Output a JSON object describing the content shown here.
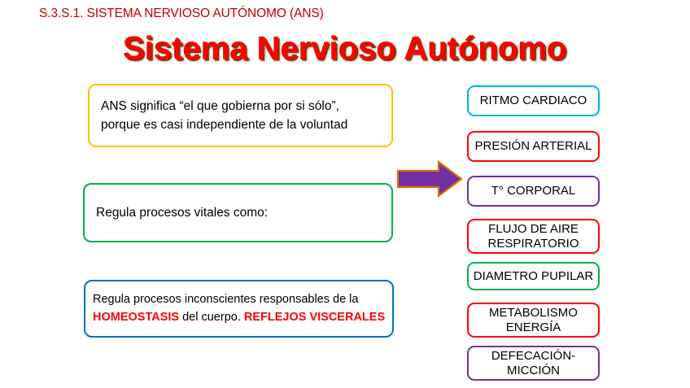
{
  "header": {
    "breadcrumb": "S.3.S.1. SISTEMA NERVIOSO AUTÓNOMO (ANS)",
    "breadcrumb_color": "#C00000"
  },
  "title": {
    "text": "Sistema Nervioso Autónomo",
    "color": "#FF0000"
  },
  "left_boxes": [
    {
      "name": "ans-definition",
      "border_color": "#FFC000",
      "line1": "ANS significa “el que gobierna por si sólo”,",
      "line2": "porque es casi independiente de la voluntad"
    },
    {
      "name": "regula-procesos-vitales",
      "border_color": "#00B050",
      "line1": "Regula procesos vitales como:"
    },
    {
      "name": "regula-procesos-inconscientes",
      "border_color": "#0070C0",
      "line1": "Regula procesos inconscientes responsables de la",
      "line2_part1": "HOMEOSTASIS",
      "line2_part2": " del cuerpo. ",
      "line2_part3": "REFLEJOS VISCERALES",
      "highlight_color": "#FF0000"
    }
  ],
  "arrow": {
    "name": "right-arrow",
    "fill_color": "#7030A0",
    "outline_color": "#E36C0A"
  },
  "right_boxes": [
    {
      "label": "RITMO CARDIACO",
      "border_color": "#00B0F0"
    },
    {
      "label": "PRESIÓN ARTERIAL",
      "border_color": "#FF0000"
    },
    {
      "label": "T° CORPORAL",
      "border_color": "#7030A0"
    },
    {
      "label": "FLUJO DE AIRE\nRESPIRATORIO",
      "border_color": "#FF0000"
    },
    {
      "label": "DIAMETRO PUPILAR",
      "border_color": "#00B050"
    },
    {
      "label": "METABOLISMO\nENERGÍA",
      "border_color": "#FF0000"
    },
    {
      "label": "DEFECACIÓN-\nMICCIÓN",
      "border_color": "#7030A0"
    }
  ]
}
